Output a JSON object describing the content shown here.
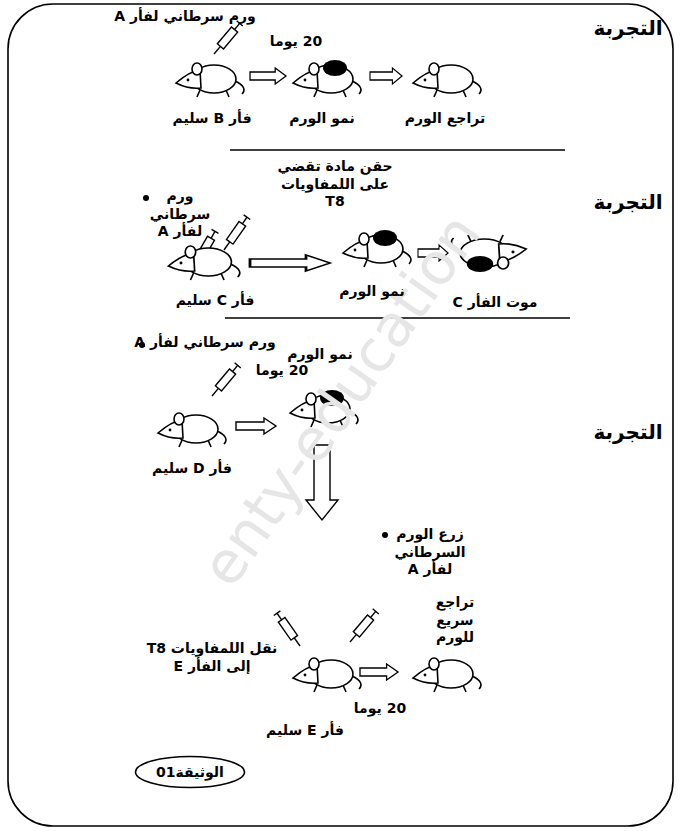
{
  "diagram": {
    "nodes": [
      {
        "text": [
          "الوثيقة01"
        ]
      }
    ],
    "labels": [
      "التجربة",
      "ورم سرطاني لفأر A",
      "20 يوما",
      "فأر B سليم",
      "نمو الورم",
      "تراجع الورم",
      "التجربة",
      "حقن مادة تقضي على اللمفاويات T8",
      "ورم سرطاني لفأر A",
      "فأر C سليم",
      "نمو الورم",
      "موت الفأر C",
      "التجربة",
      "ورم سرطاني لفأر A",
      "20 يوما",
      "نمو الورم",
      "فأر D سليم",
      "زرع الورم السرطاني لفأر A",
      "نقل اللمفاويات T8 إلى الفأر E",
      "تراجع سريع للورم",
      "20 يوما",
      "فأر E سليم",
      "enty-education"
    ]
  }
}
